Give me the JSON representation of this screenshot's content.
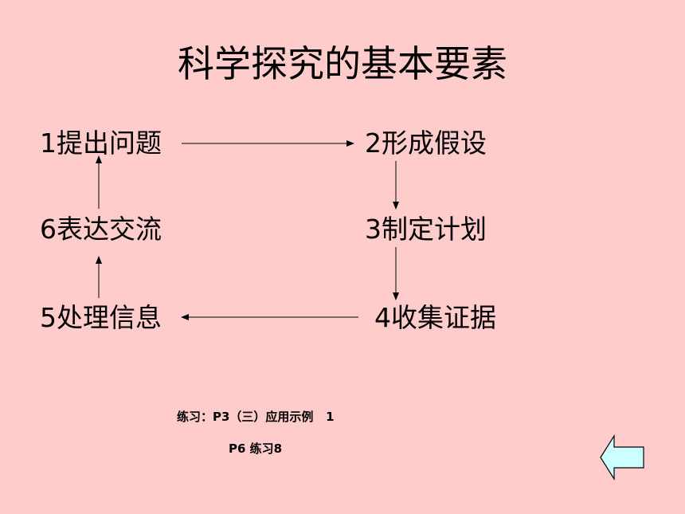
{
  "title": "科学探究的基本要素",
  "steps": [
    {
      "label": "1提出问题"
    },
    {
      "label": "2形成假设"
    },
    {
      "label": "3制定计划"
    },
    {
      "label": "4收集证据"
    },
    {
      "label": "5处理信息"
    },
    {
      "label": "6表达交流"
    }
  ],
  "notes": {
    "line1": "练习：P3（三）应用示例   1",
    "line2": "P6 练习8"
  },
  "colors": {
    "background": "#ffcccc",
    "button_fill": "#ccffff"
  },
  "icons": {
    "back": "left-arrow-icon"
  }
}
